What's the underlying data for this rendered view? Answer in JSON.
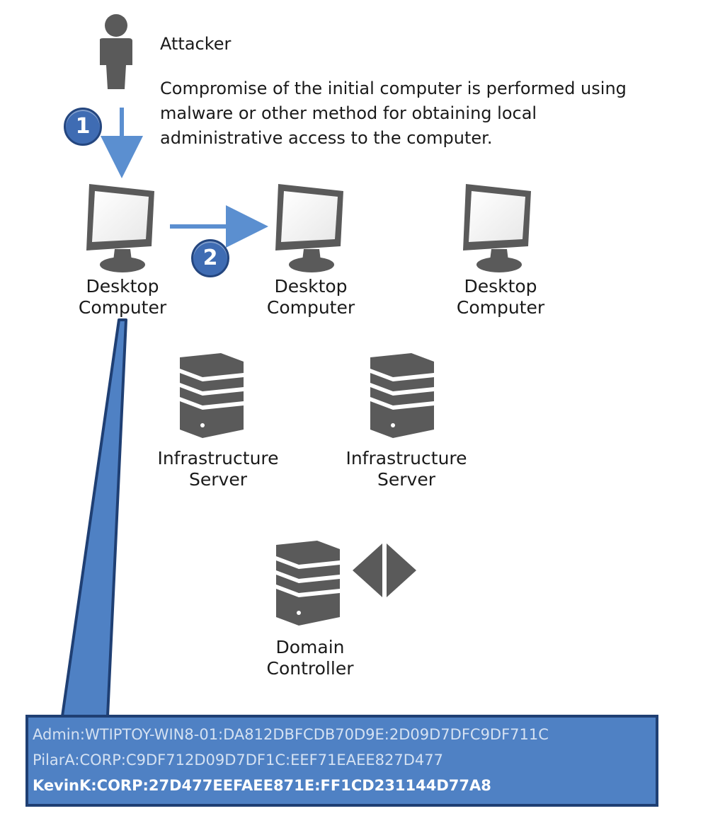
{
  "attacker": {
    "title": "Attacker",
    "description": "Compromise of the initial computer is performed using malware or other method for obtaining local administrative access to the computer."
  },
  "steps": [
    "1",
    "2"
  ],
  "desktops": [
    {
      "line1": "Desktop",
      "line2": "Computer"
    },
    {
      "line1": "Desktop",
      "line2": "Computer"
    },
    {
      "line1": "Desktop",
      "line2": "Computer"
    }
  ],
  "servers": [
    {
      "line1": "Infrastructure",
      "line2": "Server"
    },
    {
      "line1": "Infrastructure",
      "line2": "Server"
    }
  ],
  "domain_controller": {
    "line1": "Domain",
    "line2": "Controller"
  },
  "hashes": [
    "Admin:WTIPTOY-WIN8-01:DA812DBFCDB70D9E:2D09D7DFC9DF711C",
    "PilarA:CORP:C9DF712D09D7DF1C:EEF71EAEE827D477",
    "KevinK:CORP:27D477EEFAEE871E:FF1CD231144D77A8"
  ],
  "colors": {
    "accent": "#4f81c4",
    "accent_dark": "#1f3f73",
    "icon": "#5a5a5a",
    "arrow": "#5b8fd0"
  }
}
